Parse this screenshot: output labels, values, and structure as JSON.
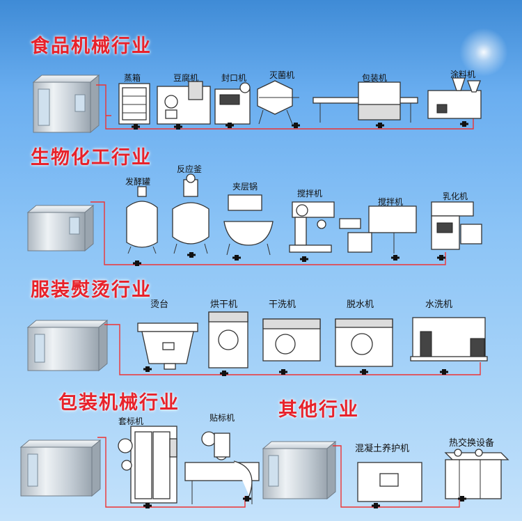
{
  "sections": [
    {
      "title": "食品机械行业",
      "machines": [
        "蒸箱",
        "豆腐机",
        "封口机",
        "灭菌机",
        "包装机",
        "涂料机"
      ]
    },
    {
      "title": "生物化工行业",
      "machines": [
        "发酵罐",
        "反应釜",
        "夹层锅",
        "搅拌机",
        "搅拌机",
        "乳化机"
      ]
    },
    {
      "title": "服装熨烫行业",
      "machines": [
        "烫台",
        "烘干机",
        "干洗机",
        "脱水机",
        "水洗机"
      ]
    },
    {
      "title": "包装机械行业",
      "machines": [
        "套标机",
        "贴标机"
      ]
    },
    {
      "title": "其他行业",
      "machines": [
        "混凝土养护机",
        "热交换设备"
      ]
    }
  ],
  "colors": {
    "heading": "#e8222a",
    "pipe": "#e33333",
    "sky_top": "#3f8bd6",
    "sky_bottom": "#c4e2fb"
  },
  "icons": [
    "boiler-unit-icon",
    "valve-icon",
    "machine-icon"
  ]
}
